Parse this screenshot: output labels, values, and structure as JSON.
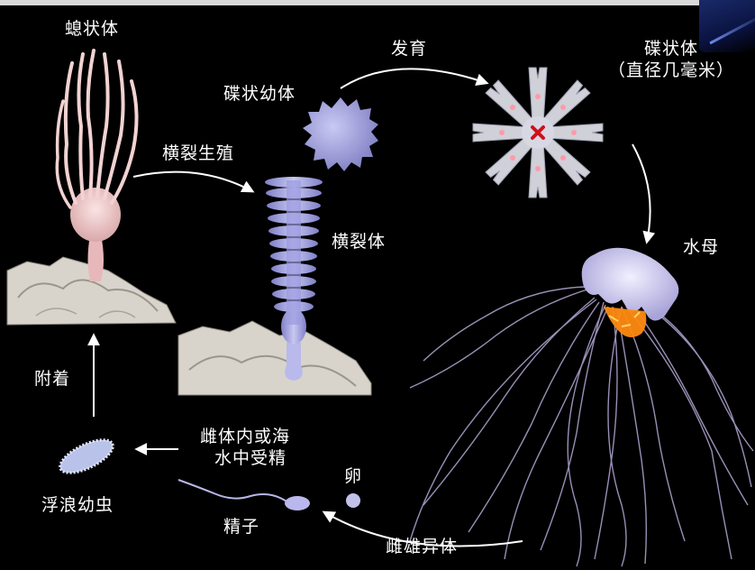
{
  "labels": {
    "polyp": "螅状体",
    "ephyra_juvenile": "碟状幼体",
    "development": "发育",
    "ephyra_line1": "碟状体",
    "ephyra_line2": "（直径几毫米）",
    "strobilation": "横裂生殖",
    "strobila": "横裂体",
    "medusa": "水母",
    "attachment": "附着",
    "fertilization_line1": "雌体内或海",
    "fertilization_line2": "水中受精",
    "planula": "浮浪幼虫",
    "egg": "卵",
    "sperm": "精子",
    "dioecious": "雌雄异体"
  },
  "colors": {
    "background": "#000000",
    "text": "#ffffff",
    "polyp": "#e8c0c0",
    "strobila": "#a9a9e6",
    "ephyra": "#c9c9e9",
    "medusa_bell": "#d7d4f4",
    "medusa_gonad": "#ff7a00",
    "rock": "#d8d4cc"
  }
}
